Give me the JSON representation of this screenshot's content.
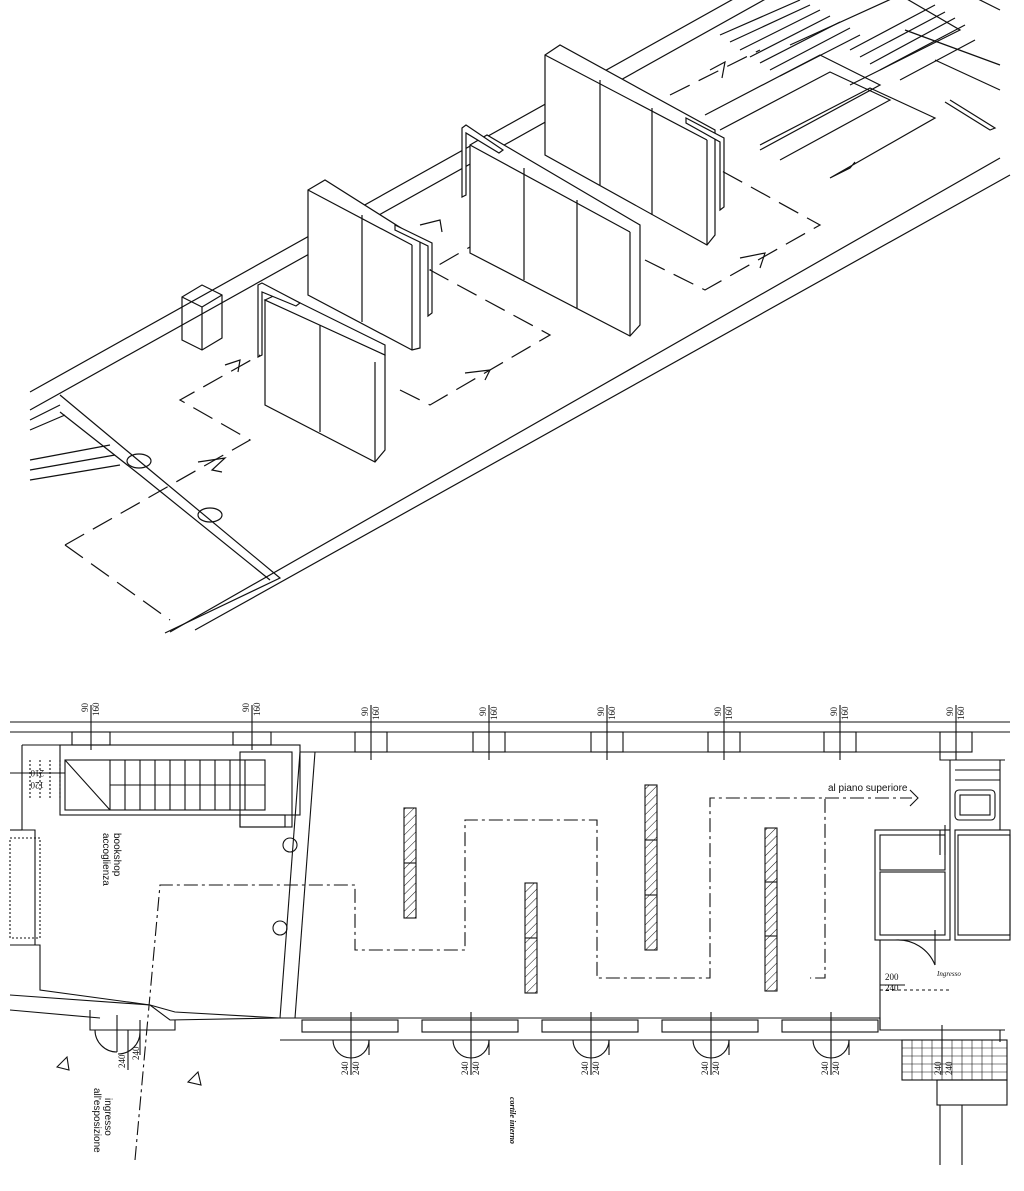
{
  "drawing": {
    "upper_view": "axonometric",
    "lower_view": "plan"
  },
  "labels": {
    "bookshop": "bookshop",
    "accoglienza": "accoglienza",
    "al_piano_superiore": "al piano superiore",
    "ingresso_all": "ingresso",
    "ingresso_all_2": "all'esposizione",
    "ingresso_door": "Ingresso",
    "cortile_interno": "cortile interno"
  },
  "dimensions": {
    "window_pair": [
      "90",
      "160"
    ],
    "door_pair": [
      "240",
      "240"
    ],
    "stair_pair": [
      "210",
      "120"
    ],
    "entry_pair": [
      "200",
      "240"
    ],
    "lift_pair": [
      "240",
      "240"
    ]
  }
}
